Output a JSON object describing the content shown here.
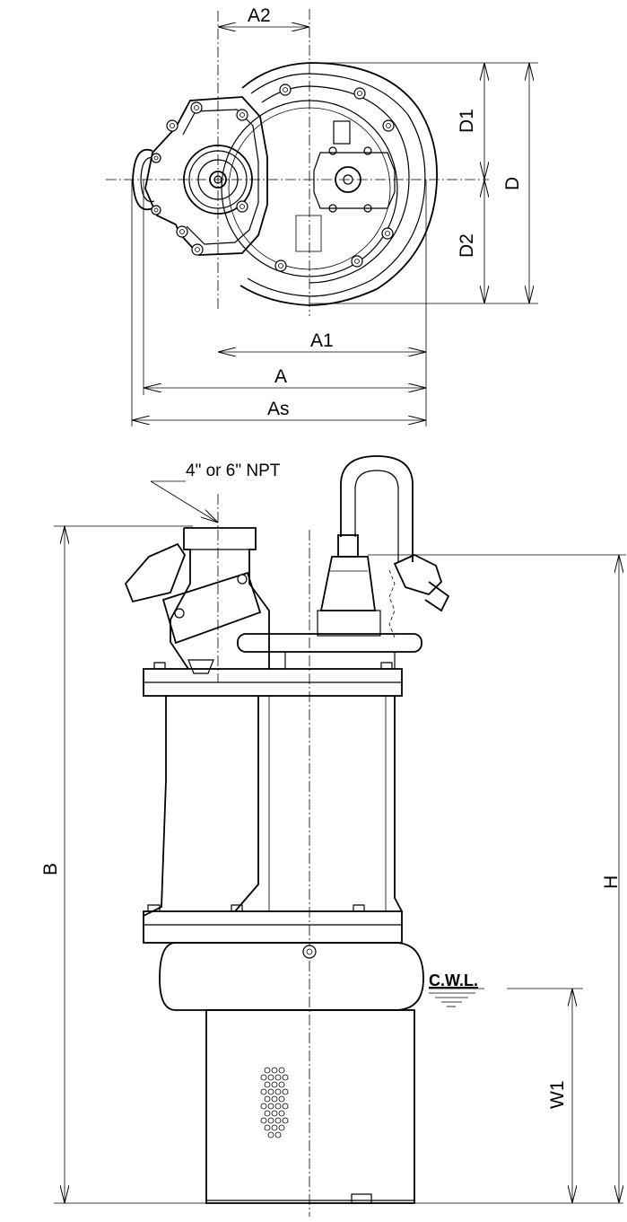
{
  "top_view": {
    "dimensions": {
      "a2": "A2",
      "d1": "D1",
      "d": "D",
      "d2": "D2",
      "a1": "A1",
      "a": "A",
      "as": "As"
    }
  },
  "side_view": {
    "discharge_note": "4\" or 6\" NPT",
    "dimensions": {
      "b": "B",
      "h": "H",
      "w1": "W1"
    },
    "water_level": "C.W.L."
  }
}
